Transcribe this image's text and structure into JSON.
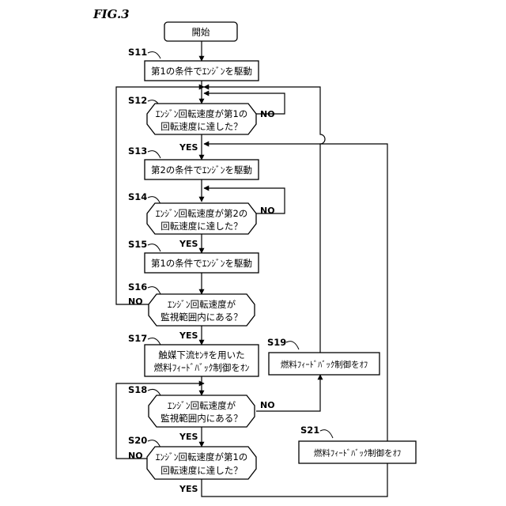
{
  "figure_label": "FIG.3",
  "nodes": {
    "start": "開始",
    "s11": "第1の条件でｴﾝｼﾞﾝを駆動",
    "s12": [
      "ｴﾝｼﾞﾝ回転速度が第1の",
      "回転速度に達した？"
    ],
    "s13": "第2の条件でｴﾝｼﾞﾝを駆動",
    "s14": [
      "ｴﾝｼﾞﾝ回転速度が第2の",
      "回転速度に達した？"
    ],
    "s15": "第1の条件でｴﾝｼﾞﾝを駆動",
    "s16": [
      "ｴﾝｼﾞﾝ回転速度が",
      "監視範囲内にある？"
    ],
    "s17": [
      "触媒下流ｾﾝｻを用いた",
      "燃料ﾌｨｰﾄﾞﾊﾞｯｸ制御をｵﾝ"
    ],
    "s18": [
      "ｴﾝｼﾞﾝ回転速度が",
      "監視範囲内にある？"
    ],
    "s19": "燃料ﾌｨｰﾄﾞﾊﾞｯｸ制御をｵﾌ",
    "s20": [
      "ｴﾝｼﾞﾝ回転速度が第1の",
      "回転速度に達した？"
    ],
    "s21": "燃料ﾌｨｰﾄﾞﾊﾞｯｸ制御をｵﾌ"
  },
  "step_labels": {
    "s11": "S11",
    "s12": "S12",
    "s13": "S13",
    "s14": "S14",
    "s15": "S15",
    "s16": "S16",
    "s17": "S17",
    "s18": "S18",
    "s19": "S19",
    "s20": "S20",
    "s21": "S21"
  },
  "branch_labels": {
    "s12_no": "NO",
    "s12_yes": "YES",
    "s14_no": "NO",
    "s14_yes": "YES",
    "s16_no": "NO",
    "s16_yes": "YES",
    "s18_no": "NO",
    "s18_yes": "YES",
    "s20_no": "NO",
    "s20_yes": "YES"
  }
}
